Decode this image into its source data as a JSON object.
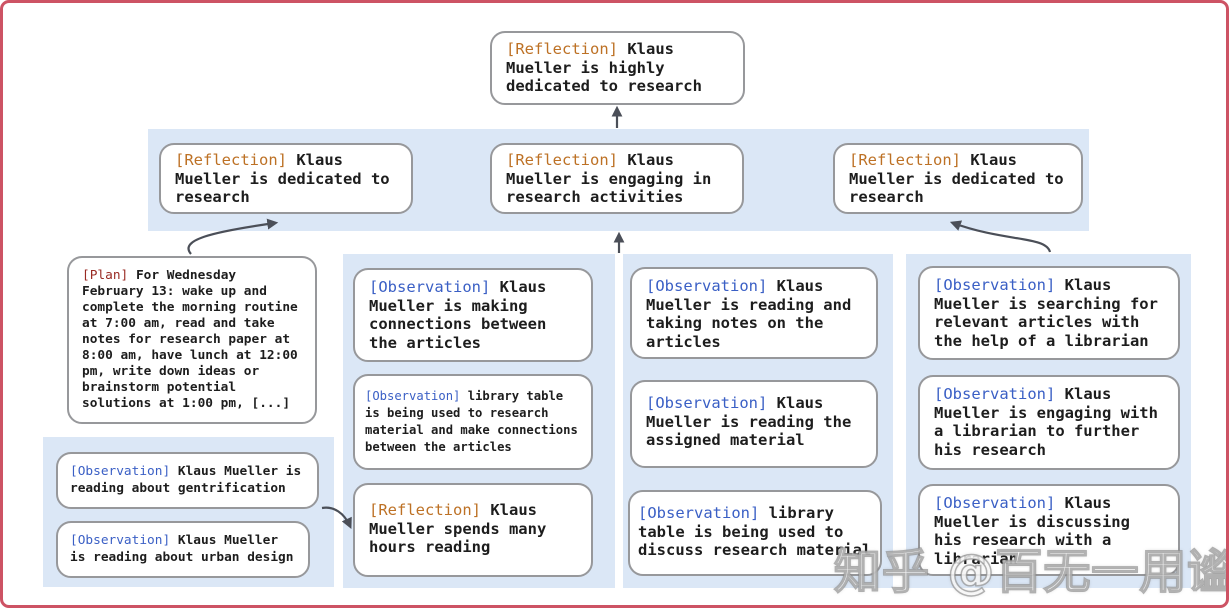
{
  "colors": {
    "frame_border": "#cd5364",
    "band_background": "#dbe7f6",
    "node_border": "#97989b",
    "node_background": "#ffffff",
    "text": "#1d1d1d",
    "reflection_tag": "#bd7125",
    "observation_tag": "#3a5fc5",
    "plan_tag": "#992a23",
    "arrow": "#4b4f58"
  },
  "watermark": {
    "text": "知乎 @百无一用谧书生"
  },
  "tree": {
    "root": {
      "tag": "[Reflection]",
      "text": "Klaus Mueller is highly dedicated to research"
    },
    "level2": [
      {
        "tag": "[Reflection]",
        "text": "Klaus Mueller is dedicated to research"
      },
      {
        "tag": "[Reflection]",
        "text": "Klaus Mueller is engaging in research activities"
      },
      {
        "tag": "[Reflection]",
        "text": "Klaus Mueller is dedicated to research"
      }
    ],
    "plan": {
      "tag": "[Plan]",
      "text": "For Wednesday February 13: wake up and complete the morning routine at 7:00 am, read and take notes for research paper at 8:00 am, have lunch at 12:00 pm, write down ideas or brainstorm potential solutions at 1:00 pm, [...]"
    },
    "left_group": [
      {
        "tag": "[Observation]",
        "text": "Klaus Mueller is reading about gentrification"
      },
      {
        "tag": "[Observation]",
        "text": "Klaus Mueller is reading about urban design"
      }
    ],
    "mid_group_1": [
      {
        "tag": "[Observation]",
        "text": "Klaus Mueller is making connections between the articles"
      },
      {
        "tag": "[Observation]",
        "text": "library table is being used to research material and make connections between the articles"
      },
      {
        "tag": "[Reflection]",
        "text": "Klaus Mueller spends many hours reading"
      }
    ],
    "mid_group_2": [
      {
        "tag": "[Observation]",
        "text": "Klaus Mueller is reading and taking notes on the articles"
      },
      {
        "tag": "[Observation]",
        "text": "Klaus Mueller is reading the assigned material"
      },
      {
        "tag": "[Observation]",
        "text": "library table is being used to discuss research material"
      }
    ],
    "right_group": [
      {
        "tag": "[Observation]",
        "text": "Klaus Mueller is searching for relevant articles with the help of a librarian"
      },
      {
        "tag": "[Observation]",
        "text": "Klaus Mueller is engaging with a librarian to further his research"
      },
      {
        "tag": "[Observation]",
        "text": "Klaus Mueller is discussing his research with a librarian"
      }
    ]
  }
}
